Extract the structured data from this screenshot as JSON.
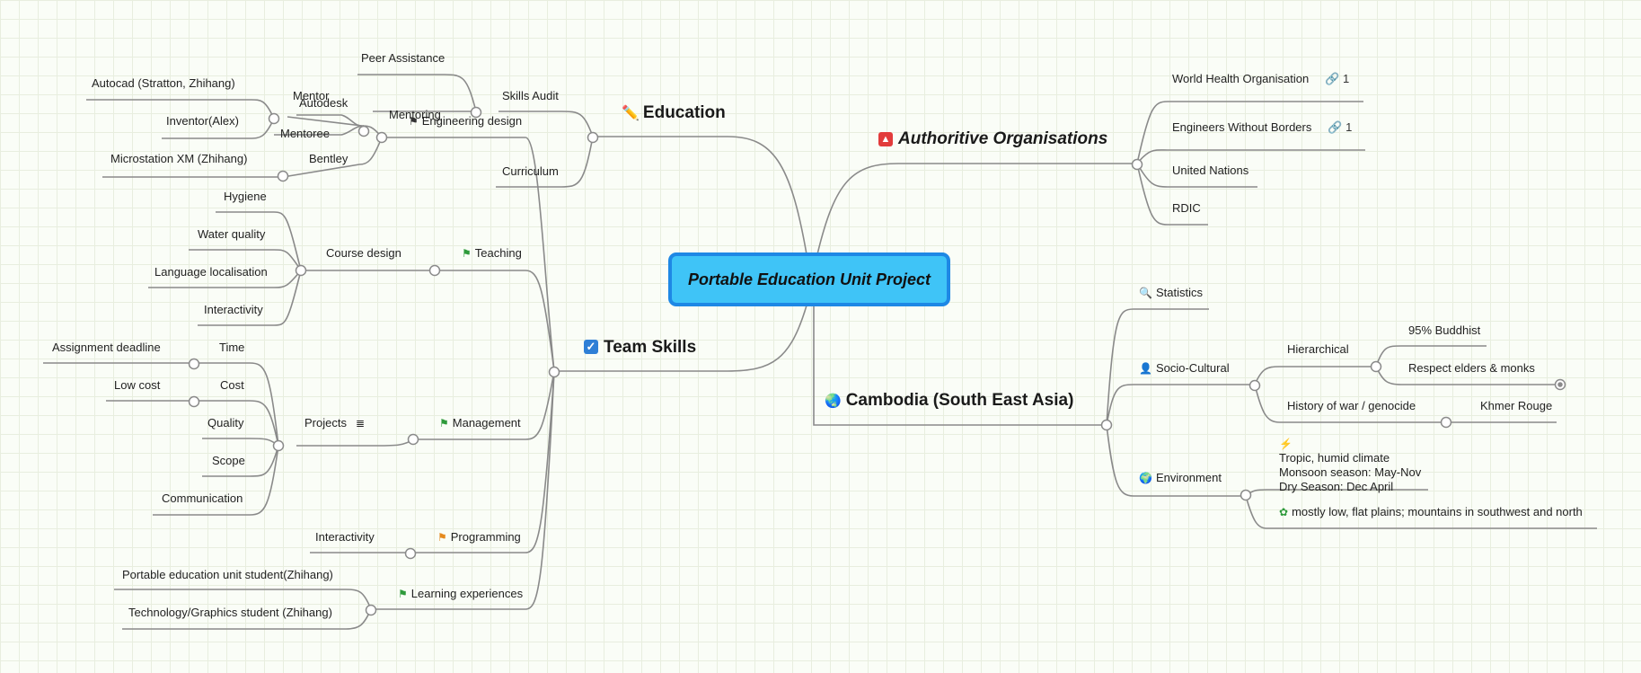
{
  "central": "Portable Education Unit Project",
  "education": {
    "label": "Education",
    "icon": "pencil-icon",
    "skills_audit": "Skills Audit",
    "peer_assistance": "Peer Assistance",
    "mentoring": "Mentoring",
    "mentor": "Mentor",
    "mentoree": "Mentoree",
    "curriculum": "Curriculum"
  },
  "team": {
    "label": "Team Skills",
    "icon": "checkbox-icon",
    "engineering_design": "Engineering design",
    "autodesk": "Autodesk",
    "autocad": "Autocad (Stratton, Zhihang)",
    "inventor": "Inventor(Alex)",
    "bentley": "Bentley",
    "microstation": "Microstation XM (Zhihang)",
    "teaching": "Teaching",
    "course_design": "Course design",
    "course_items": [
      "Hygiene",
      "Water quality",
      "Language localisation",
      "Interactivity"
    ],
    "management": "Management",
    "projects": "Projects",
    "time": "Time",
    "assignment_deadline": "Assignment deadline",
    "cost": "Cost",
    "low_cost": "Low cost",
    "quality": "Quality",
    "scope": "Scope",
    "communication": "Communication",
    "programming": "Programming",
    "prog_interactivity": "Interactivity",
    "learning": "Learning experiences",
    "learning_items": [
      "Portable education unit student(Zhihang)",
      "Technology/Graphics student (Zhihang)"
    ]
  },
  "orgs": {
    "label": "Authoritive Organisations",
    "icon": "siren-icon",
    "items": [
      "World Health Organisation",
      "Engineers Without Borders",
      "United Nations",
      "RDIC"
    ],
    "who_links": "1",
    "ewb_links": "1"
  },
  "cambodia": {
    "label": "Cambodia (South East Asia)",
    "icon": "globe-icon",
    "statistics": "Statistics",
    "socio": "Socio-Cultural",
    "hierarchical": "Hierarchical",
    "buddhist": "95% Buddhist",
    "respect": "Respect elders & monks",
    "history": "History of war / genocide",
    "khmer": "Khmer Rouge",
    "environment": "Environment",
    "climate": [
      "Tropic, humid climate",
      "Monsoon season: May-Nov",
      "Dry Season: Dec April"
    ],
    "terrain": "mostly low, flat plains; mountains in southwest and north"
  }
}
